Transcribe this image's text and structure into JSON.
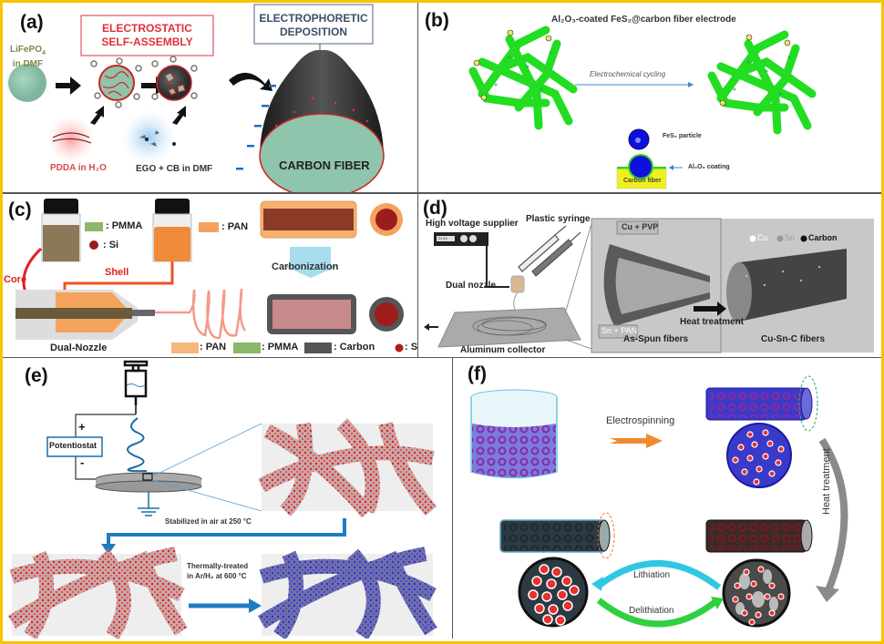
{
  "figure": {
    "border_color": "#f8c400",
    "panels": {
      "a": {
        "label": "(a)",
        "precursor": "LiFePO₄ in DMF",
        "precursor_line1": "LiFePO",
        "precursor_sub": "4",
        "precursor_line2": "in DMF",
        "step1_title": "ELECTROSTATIC SELF-ASSEMBLY",
        "step1_line1": "ELECTROSTATIC",
        "step1_line2": "SELF-ASSEMBLY",
        "step2_line1": "ELECTROPHORETIC",
        "step2_line2": "DEPOSITION",
        "reagent1": "PDDA in H₂O",
        "reagent2": "EGO + CB in DMF",
        "fiber_label": "CARBON FIBER",
        "colors": {
          "particle": "#8fc4ad",
          "self_assembly": "#e0303a",
          "deposition": "#3b4e6b",
          "precursor_text": "#7a8a4a"
        }
      },
      "b": {
        "label": "(b)",
        "title": "Al₂O₃-coated FeS₂@carbon fiber electrode",
        "arrow_label": "Electrochemical cycling",
        "particle_label": "FeS₂ particle",
        "coating_label": "Al₂O₃ coating",
        "substrate_label": "Carbon fiber",
        "colors": {
          "fiber": "#22dd22",
          "particle": "#1010dd",
          "substrate": "#f0f020"
        }
      },
      "c": {
        "label": "(c)",
        "legend_top": [
          {
            "swatch": "#8cb86a",
            "text": ": PMMA"
          },
          {
            "swatch": "#9b1c1c",
            "text": ": Si",
            "shape": "dot"
          },
          {
            "swatch": "#f5a35c",
            "text": ": PAN"
          }
        ],
        "core_label": "Core",
        "shell_label": "Shell",
        "nozzle_label": "Dual-Nozzle",
        "process_label": "Carbonization",
        "legend_bottom": [
          {
            "swatch": "#f7b77c",
            "text": ": PAN"
          },
          {
            "swatch": "#8cb86a",
            "text": ": PMMA"
          },
          {
            "swatch": "#555555",
            "text": ": Carbon"
          },
          {
            "swatch": "#b01c1c",
            "text": ": Si",
            "shape": "dot"
          }
        ]
      },
      "d": {
        "label": "(d)",
        "supplier_label": "High voltage supplier",
        "supplier_readout": "21 kV",
        "syringe_label": "Plastic syringe",
        "nozzle_label": "Dual nozzle",
        "collector_label": "Aluminum collector",
        "inner_label_top": "Cu + PVP",
        "inner_label_bottom": "Sn + PAN",
        "process_label": "Heat treatment",
        "stage1_label": "As-Spun fibers",
        "stage2_label": "Cu-Sn-C fibers",
        "legend": [
          {
            "color": "#ffffff",
            "text": "Cu"
          },
          {
            "color": "#9a9a9a",
            "text": "Sn"
          },
          {
            "color": "#111111",
            "text": "Carbon"
          }
        ]
      },
      "e": {
        "label": "(e)",
        "device_label": "Potentiostat",
        "plus": "+",
        "minus": "-",
        "step1_label": "Stabilized in air at 250 °C",
        "step2_line1": "Thermally-treated",
        "step2_line2": "in Ar/H₂ at 600 °C",
        "colors": {
          "arrow": "#1e7cc0",
          "red_dots": "#e02020",
          "blue_dots": "#3030cc"
        }
      },
      "f": {
        "label": "(f)",
        "step1_label": "Electrospinning",
        "step2_label": "Heat treatment",
        "cycle_top": "Lithiation",
        "cycle_bottom": "Delithiation",
        "colors": {
          "solution": "#7b7be0",
          "fiber_blue": "#3a3ac8",
          "fiber_dark": "#2c3a44",
          "fiber_brown": "#3a2a2a",
          "arrow_orange": "#f08a30",
          "arrow_cyan": "#30c8e0",
          "arrow_green": "#30d040",
          "arrow_gray": "#8a8a8a"
        }
      }
    }
  }
}
